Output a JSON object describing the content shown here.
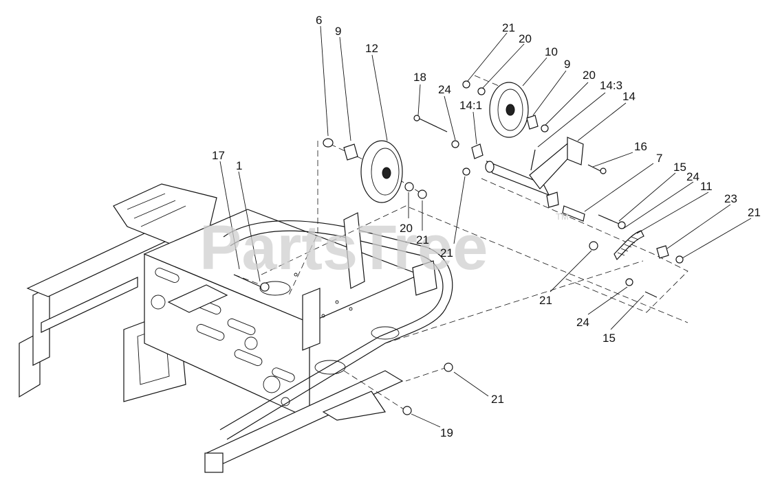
{
  "watermark": {
    "text": "PartsTree",
    "trademark": "TM"
  },
  "callouts": [
    {
      "id": "c1",
      "label": "6"
    },
    {
      "id": "c2",
      "label": "9"
    },
    {
      "id": "c3",
      "label": "12"
    },
    {
      "id": "c4",
      "label": "17"
    },
    {
      "id": "c5",
      "label": "1"
    },
    {
      "id": "c6",
      "label": "20"
    },
    {
      "id": "c7",
      "label": "21"
    },
    {
      "id": "c8",
      "label": "18"
    },
    {
      "id": "c9",
      "label": "24"
    },
    {
      "id": "c10",
      "label": "14:1"
    },
    {
      "id": "c11",
      "label": "21"
    },
    {
      "id": "c12",
      "label": "21"
    },
    {
      "id": "c13",
      "label": "20"
    },
    {
      "id": "c14",
      "label": "10"
    },
    {
      "id": "c15",
      "label": "9"
    },
    {
      "id": "c16",
      "label": "20"
    },
    {
      "id": "c17",
      "label": "14:3"
    },
    {
      "id": "c18",
      "label": "14"
    },
    {
      "id": "c19",
      "label": "16"
    },
    {
      "id": "c20",
      "label": "7"
    },
    {
      "id": "c21",
      "label": "15"
    },
    {
      "id": "c22",
      "label": "24"
    },
    {
      "id": "c23",
      "label": "11"
    },
    {
      "id": "c24",
      "label": "23"
    },
    {
      "id": "c25",
      "label": "21"
    },
    {
      "id": "c26",
      "label": "21"
    },
    {
      "id": "c27",
      "label": "24"
    },
    {
      "id": "c28",
      "label": "15"
    },
    {
      "id": "c29",
      "label": "21"
    },
    {
      "id": "c30",
      "label": "19"
    }
  ]
}
